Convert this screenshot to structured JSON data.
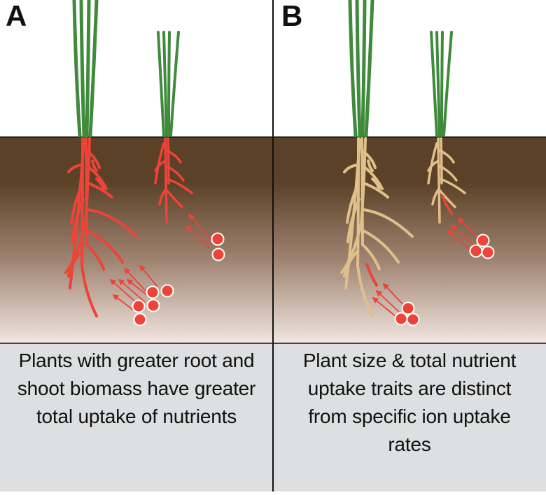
{
  "panels": [
    {
      "letter": "A",
      "caption_lines": [
        "Plants with greater root and",
        "shoot biomass have greater",
        "total uptake of nutrients"
      ],
      "root_color": "#ee4337"
    },
    {
      "letter": "B",
      "caption_lines": [
        "Plant size & total nutrient",
        "uptake traits are distinct",
        "from specific ion uptake",
        "rates"
      ],
      "root_color": "#e0c08a",
      "highlight_color": "#ee4337"
    }
  ],
  "colors": {
    "soil_top": "#5b4127",
    "soil_bottom": "#f1e6e0",
    "shoot": "#3f8a3c",
    "ion": "#ee4337",
    "caption_bg": "#dddfe0",
    "border": "#111111"
  }
}
